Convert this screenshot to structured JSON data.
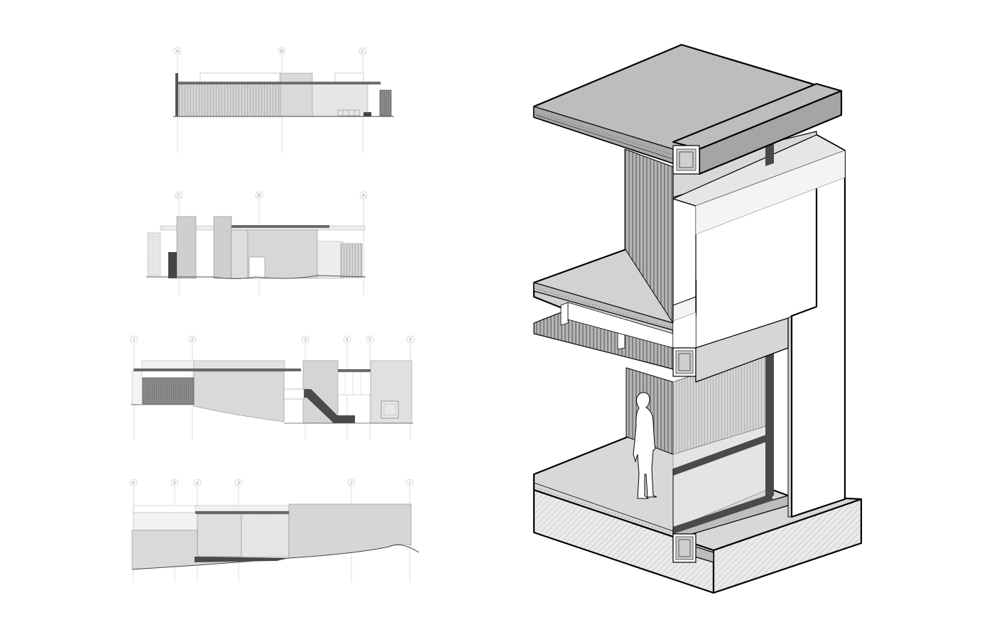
{
  "elevations": [
    {
      "name": "elevation-1",
      "axes": [
        "A",
        "B",
        "C"
      ]
    },
    {
      "name": "elevation-2",
      "axes": [
        "C",
        "B",
        "A"
      ]
    },
    {
      "name": "elevation-3",
      "axes": [
        "1",
        "2",
        "3",
        "4",
        "5",
        "6"
      ]
    },
    {
      "name": "elevation-4",
      "axes": [
        "6",
        "5",
        "4",
        "3",
        "2",
        "1"
      ]
    }
  ],
  "colors": {
    "concrete": "#bdbdbd",
    "concrete_light": "#d9d9d9",
    "concrete_pale": "#e9e9e9",
    "dark": "#4a4a4a",
    "line": "#000000",
    "hatch": "#8a8a8a"
  },
  "figure": {
    "icon": "human-silhouette-icon"
  }
}
